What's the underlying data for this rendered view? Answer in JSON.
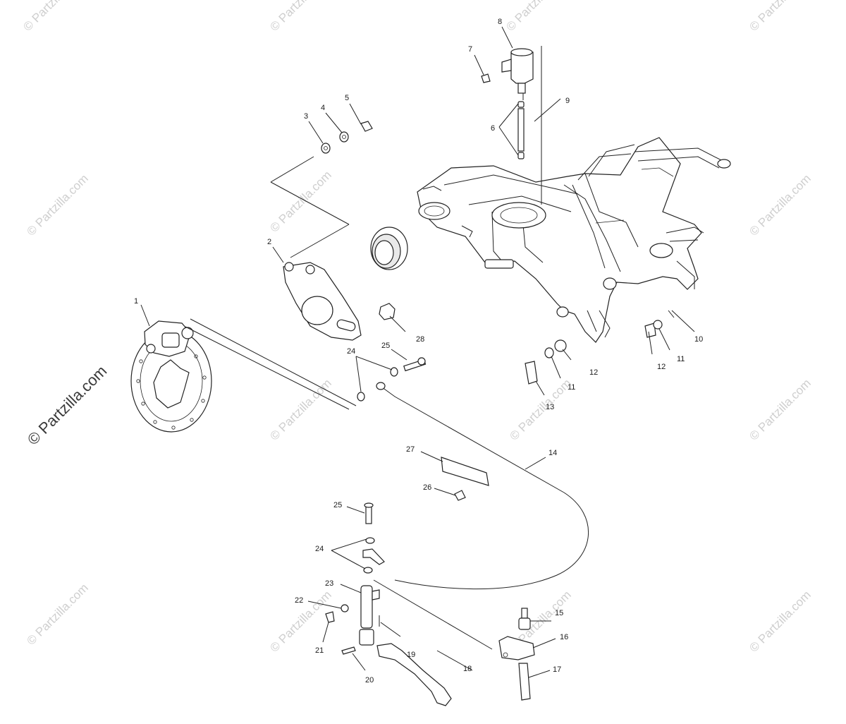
{
  "diagram": {
    "callouts": [
      {
        "id": "c1",
        "text": "1"
      },
      {
        "id": "c2",
        "text": "2"
      },
      {
        "id": "c3",
        "text": "3"
      },
      {
        "id": "c4",
        "text": "4"
      },
      {
        "id": "c5",
        "text": "5"
      },
      {
        "id": "c6",
        "text": "6"
      },
      {
        "id": "c7",
        "text": "7"
      },
      {
        "id": "c8",
        "text": "8"
      },
      {
        "id": "c9",
        "text": "9"
      },
      {
        "id": "c10",
        "text": "10"
      },
      {
        "id": "c11a",
        "text": "11"
      },
      {
        "id": "c11b",
        "text": "11"
      },
      {
        "id": "c12a",
        "text": "12"
      },
      {
        "id": "c12b",
        "text": "12"
      },
      {
        "id": "c13",
        "text": "13"
      },
      {
        "id": "c14",
        "text": "14"
      },
      {
        "id": "c15",
        "text": "15"
      },
      {
        "id": "c16",
        "text": "16"
      },
      {
        "id": "c17",
        "text": "17"
      },
      {
        "id": "c18",
        "text": "18"
      },
      {
        "id": "c19",
        "text": "19"
      },
      {
        "id": "c20",
        "text": "20"
      },
      {
        "id": "c21",
        "text": "21"
      },
      {
        "id": "c22",
        "text": "22"
      },
      {
        "id": "c23",
        "text": "23"
      },
      {
        "id": "c24a",
        "text": "24"
      },
      {
        "id": "c24b",
        "text": "24"
      },
      {
        "id": "c25a",
        "text": "25"
      },
      {
        "id": "c25b",
        "text": "25"
      },
      {
        "id": "c26",
        "text": "26"
      },
      {
        "id": "c27",
        "text": "27"
      },
      {
        "id": "c28",
        "text": "28"
      }
    ]
  },
  "watermark": {
    "text": "© Partzilla.com",
    "color": "#cfcfcf",
    "prominent_color": "#3a3a3a"
  }
}
